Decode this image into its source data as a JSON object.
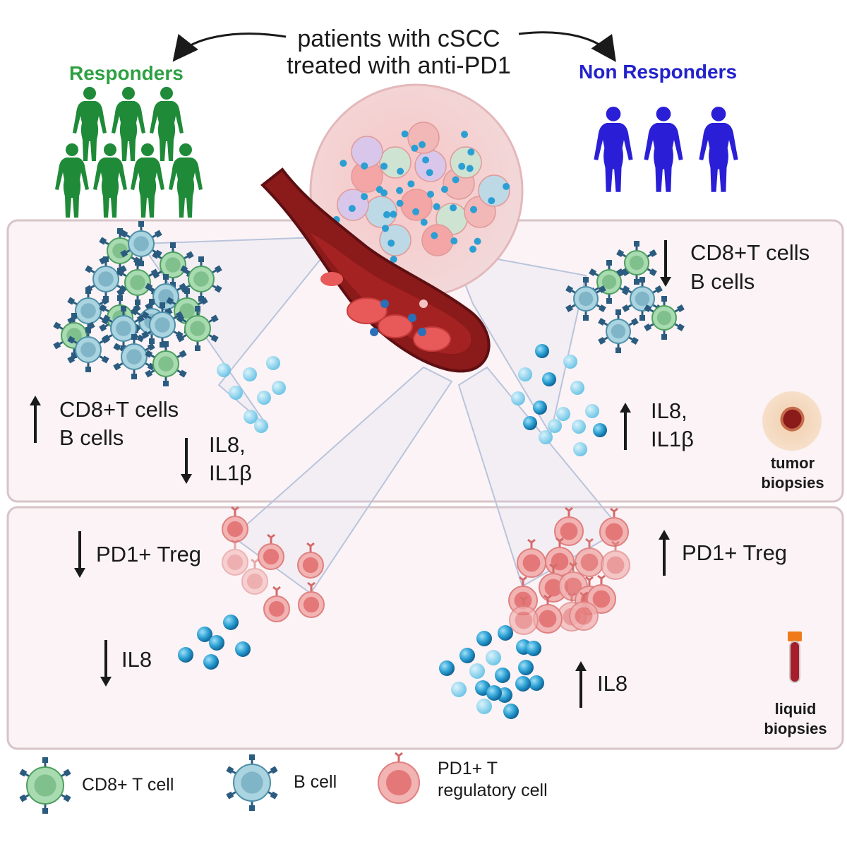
{
  "header": {
    "title_line1": "patients with cSCC",
    "title_line2": "treated with anti-PD1"
  },
  "groups": {
    "responders": {
      "label": "Responders",
      "color": "#2ea043",
      "figure_color": "#1f8a38",
      "count": 7
    },
    "non_responders": {
      "label": "Non Responders",
      "color": "#2222cc",
      "figure_color": "#2a1fd6",
      "count": 3
    }
  },
  "tumor_panel": {
    "left_cells_line1": "CD8+T cells",
    "left_cells_line2": "B cells",
    "left_cells_trend": "up",
    "left_cytokines_line1": "IL8,",
    "left_cytokines_line2": "IL1β",
    "left_cytokines_trend": "down",
    "right_cells_line1": "CD8+T cells",
    "right_cells_line2": "B cells",
    "right_cells_trend": "down",
    "right_cytokines_line1": "IL8,",
    "right_cytokines_line2": "IL1β",
    "right_cytokines_trend": "up",
    "sample_line1": "tumor",
    "sample_line2": "biopsies"
  },
  "liquid_panel": {
    "left_treg": "PD1+ Treg",
    "left_treg_trend": "down",
    "left_il8": "IL8",
    "left_il8_trend": "down",
    "right_treg": "PD1+ Treg",
    "right_treg_trend": "up",
    "right_il8": "IL8",
    "right_il8_trend": "up",
    "sample_line1": "liquid",
    "sample_line2": "biopsies"
  },
  "legend": {
    "cd8_label": "CD8+ T cell",
    "bcell_label": "B cell",
    "treg_line1": "PD1+ T",
    "treg_line2": "regulatory cell"
  },
  "colors": {
    "panel_fill": "#fbf3f5",
    "panel_border": "#d8c4c8",
    "cd8_fill": "#8fcf9a",
    "bcell_fill": "#8ec6d6",
    "treg_fill": "#ee9b9b",
    "il8_fill": "#2b9fd3",
    "vessel": "#8b1a1a",
    "arrow": "#1a1a1a"
  }
}
